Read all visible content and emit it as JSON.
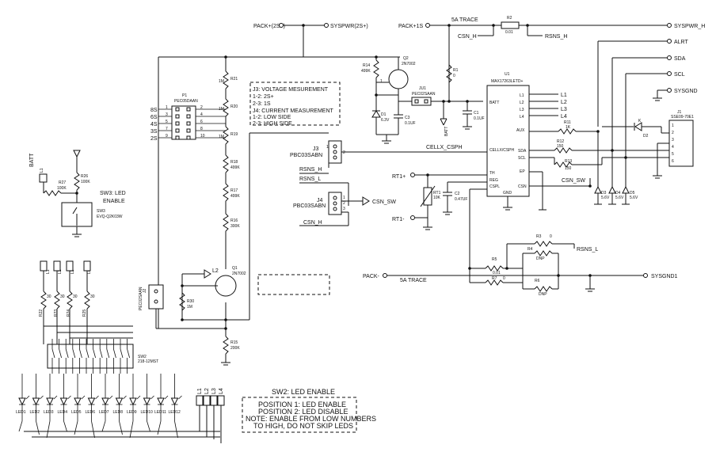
{
  "nets": {
    "pack_pos_2s": "PACK+(2S+)",
    "syspwr_2s": "SYSPWR(2S+)",
    "pack_pos_1s": "PACK+1S",
    "trace_5a": "5A TRACE",
    "syspwr_h": "SYSPWR_H",
    "alrt": "ALRT",
    "sda": "SDA",
    "scl": "SCL",
    "sysgnd": "SYSGND",
    "csn_h": "CSN_H",
    "rsns_h": "RSNS_H",
    "batt": "BATT",
    "cellx_csph": "CELLX_CSPH",
    "rsns_l": "RSNS_L",
    "csn_sw": "CSN_SW",
    "csn_h2": "CSN_H",
    "rt1_pos": "RT1+",
    "rt1_neg": "RT1-",
    "pack_neg": "PACK-",
    "trace_5a_2": "5A TRACE",
    "sysgnd1": "SYSGND1",
    "rsns_l2": "RSNS_L",
    "l1": "L1",
    "l2": "L2",
    "l3": "L3",
    "l4": "L4"
  },
  "notes": {
    "j3_title": "J3: VOLTAGE MESUREMENT",
    "j3_l1": "1-2: 2S+",
    "j3_l2": "2-3: 1S",
    "j4_title": "J4: CURRENT MEASUREMENT",
    "j4_l1": "1-2: LOW SIDE",
    "j4_l2": "2-3: HIGH SIDE",
    "sw3_title": "SW3: LED",
    "sw3_l2": "ENABLE",
    "sw2_title": "SW2: LED ENABLE",
    "sw2_l1": "POSITION 1: LED ENABLE",
    "sw2_l2": "POSITION 2: LED DISABLE",
    "sw2_l3": "NOTE: ENABLE FROM LOW NUMBERS",
    "sw2_l4": "TO HIGH, DO NOT SKIP LEDS"
  },
  "parts": {
    "u1_name": "U1",
    "u1_part": "MAX17263LETD+",
    "u1_pins_left": [
      "BATT",
      "CELLX/CSPH",
      "TH",
      "REG",
      "CSPL",
      "GND"
    ],
    "u1_pins_right": [
      "L1",
      "L2",
      "L3",
      "L4",
      "AUX",
      "SDA",
      "SCL",
      "EP",
      "CSN"
    ],
    "p1_name": "P1",
    "p1_part": "PEC05DAAN",
    "series_cells": [
      "8S",
      "6S",
      "4S",
      "3S",
      "2S"
    ],
    "r21": "R21",
    "r21v": "1M",
    "r20": "R20",
    "r20v": "1M",
    "r19": "R19",
    "r19v": "1M",
    "r18": "R18",
    "r18v": "499K",
    "r17": "R17",
    "r17v": "499K",
    "r16": "R16",
    "r16v": "300K",
    "r15": "R15",
    "r15v": "200K",
    "r30": "R30",
    "r30v": "1M",
    "q1": "Q1",
    "q1p": "2N7002",
    "q2": "Q2",
    "q2p": "2N7002",
    "r14": "R14",
    "r14v": "499K",
    "d1": "D1",
    "d1v": "6.3V",
    "c3": "C3",
    "c3v": "0.1UF",
    "ju1": "JU1",
    "ju1p": "PEC02SAAN",
    "r1": "R1",
    "r1v": "0",
    "r2": "R2",
    "r2v": "0.01",
    "c1": "C1",
    "c1v": "0.1UF",
    "j3": "J3",
    "j3p": "PBC03SABN",
    "j4": "J4",
    "j4p": "PBC03SABN",
    "rt1": "RT1",
    "rt1v": "10K",
    "c2": "C2",
    "c2v": "0.47UF",
    "r11": "R11",
    "r11v": "1K",
    "r12": "R12",
    "r12v": "150",
    "r13": "R13",
    "r13v": "150",
    "d2": "D2",
    "d3": "D3",
    "d3v": "5.6V",
    "d4": "D4",
    "d4v": "5.6V",
    "d5": "D5",
    "d5v": "5.6V",
    "j1": "J1",
    "j1p": "SSE09-70E1",
    "r3": "R3",
    "r3v": "0",
    "r4": "R4",
    "r4v": "DNP",
    "r5": "R5",
    "r5v": "0.01",
    "r6": "R6",
    "r6v": "DNP",
    "r7": "R7",
    "r7v": "0",
    "r26": "R26",
    "r26v": "100K",
    "r27": "R27",
    "r27v": "100K",
    "sw3": "SW3",
    "sw3p": "EVQ-Q2K03W",
    "sw2": "SW2",
    "sw2p": "218-12MST",
    "j2": "J2",
    "j2p": "PEC02SAAN",
    "r22": "R22",
    "r23": "R23",
    "r24": "R24",
    "r25": "R25",
    "r_led_v": "30",
    "leds": [
      "LED1",
      "LED2",
      "LED3",
      "LED4",
      "LED5",
      "LED6",
      "LED7",
      "LED8",
      "LED9",
      "LED10",
      "LED11",
      "LED12"
    ]
  }
}
